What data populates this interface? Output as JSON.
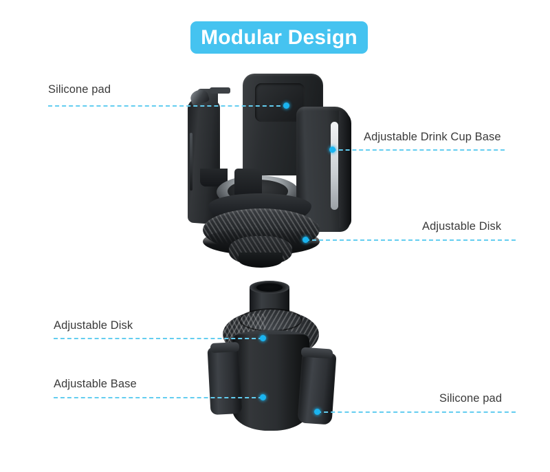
{
  "banner": {
    "title": "Modular Design",
    "background_color": "#45c3f0",
    "text_color": "#ffffff"
  },
  "theme": {
    "page_background": "#ffffff",
    "label_color": "#3a3a3a",
    "leader_line_color": "#63cdf0",
    "leader_dot_color": "#1ab4f0"
  },
  "callouts": [
    {
      "id": "silicone-pad-top",
      "label": "Silicone pad",
      "side": "left",
      "product": "upper"
    },
    {
      "id": "adjustable-drink-cup-base",
      "label": "Adjustable Drink Cup Base",
      "side": "right",
      "product": "upper"
    },
    {
      "id": "adjustable-disk-top",
      "label": "Adjustable Disk",
      "side": "right",
      "product": "upper"
    },
    {
      "id": "adjustable-disk-bottom",
      "label": "Adjustable Disk",
      "side": "left",
      "product": "lower"
    },
    {
      "id": "adjustable-base",
      "label": "Adjustable Base",
      "side": "left",
      "product": "lower"
    },
    {
      "id": "silicone-pad-bottom",
      "label": "Silicone pad",
      "side": "right",
      "product": "lower"
    }
  ],
  "products": [
    {
      "id": "upper-assembly",
      "name": "Adjustable drink cup base with clamp arms and ribbed adjustable disk"
    },
    {
      "id": "lower-assembly",
      "name": "Adjustable base cylinder with ribbed adjustable disk top, neck tube and silicone side pads"
    }
  ]
}
